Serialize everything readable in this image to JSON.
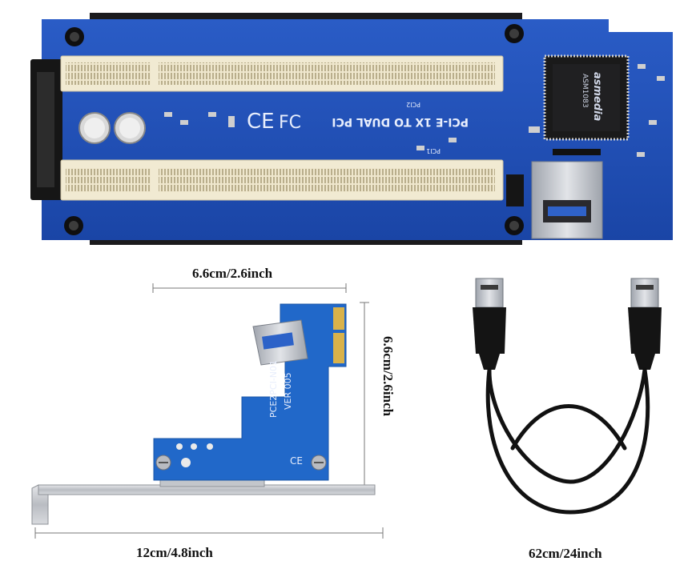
{
  "board": {
    "silkscreen_title": "PCI-E 1X TO DUAL PCI",
    "chip_brand": "asmedia",
    "chip_model": "ASM1083",
    "slot_label_top": "PCI2",
    "slot_label_bottom": "PCI1"
  },
  "bracket_card": {
    "model": "PCE2PCI-N01",
    "version": "VER 005"
  },
  "dimensions": {
    "adapter_width": "6.6cm/2.6inch",
    "adapter_height": "6.6cm/2.6inch",
    "bracket_length": "12cm/4.8inch",
    "cable_length": "62cm/24inch"
  },
  "colors": {
    "pcb_blue": "#1f4fb8",
    "slot_ivory": "#f1ead2",
    "bracket_silver": "#c9cbcf",
    "cable_black": "#111111"
  }
}
